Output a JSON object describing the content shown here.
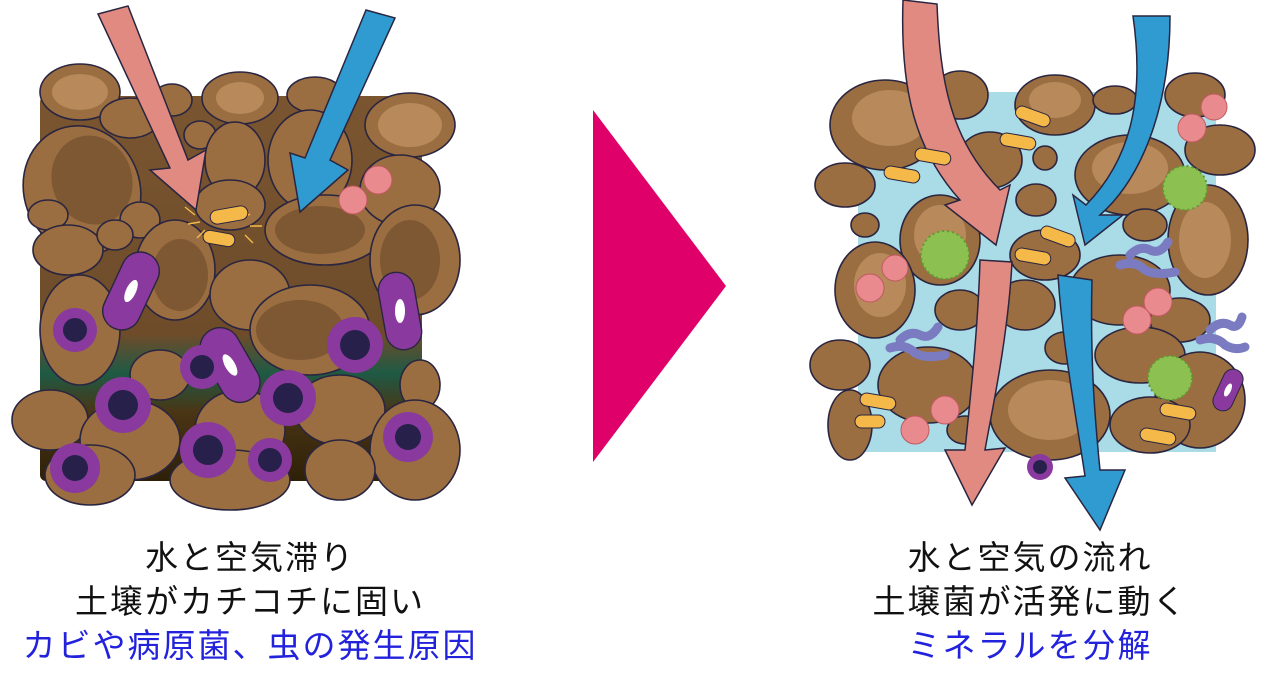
{
  "colors": {
    "soil_bg": "#7a5530",
    "soil_dark": "#3d2a12",
    "pebble_light": "#b8895a",
    "pebble_mid": "#9a6e40",
    "pebble_dark": "#7e5733",
    "outline": "#2a2540",
    "air_arrow": "#e08a82",
    "water_arrow": "#2f9bd1",
    "water_bg": "#a9dce6",
    "transition_arrow": "#e0006a",
    "bacteria_yellow": "#f5b94a",
    "pathogen_purple": "#8a3a9e",
    "pathogen_core": "#26204a",
    "virus_green": "#8cc152",
    "spore_pink": "#e98a8e",
    "worm_blue": "#7a7bc0",
    "caption_dark": "#111111",
    "caption_blue": "#2222dd"
  },
  "left": {
    "title": "compacted-soil",
    "caption": {
      "line1": "水と空気滞り",
      "line2": "土壌がカチコチに固い",
      "line3": "カビや病原菌、虫の発生原因"
    }
  },
  "right": {
    "title": "healthy-soil",
    "caption": {
      "line1": "水と空気の流れ",
      "line2": "土壌菌が活発に動く",
      "line3": "ミネラルを分解"
    }
  }
}
